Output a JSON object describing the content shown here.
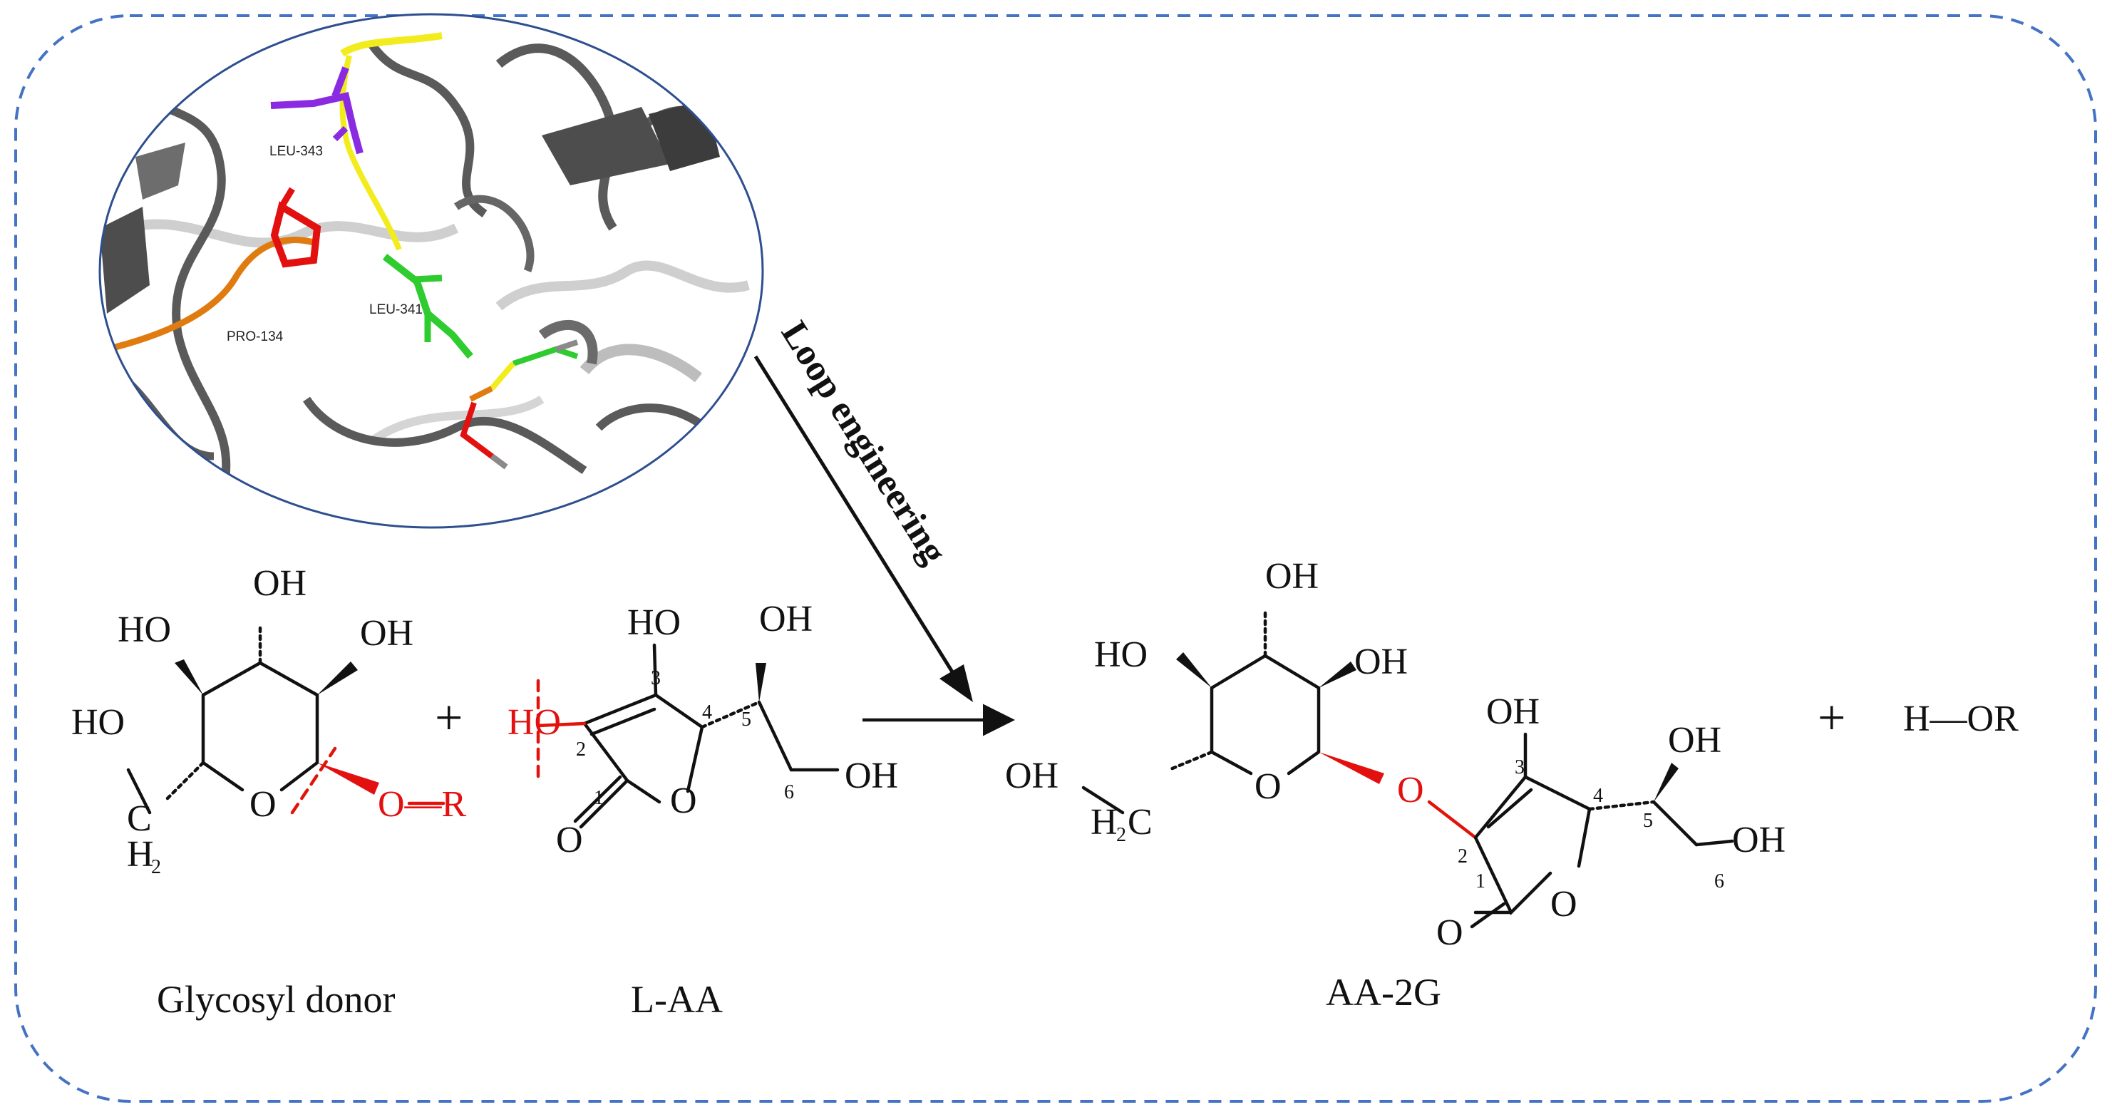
{
  "labels": {
    "arrow_label": "Loop engineering",
    "donor_caption": "Glycosyl donor",
    "laa_caption": "L-AA",
    "product_caption": "AA-2G",
    "plus": "+",
    "oh": "OH",
    "ho": "HO",
    "h2": "H",
    "h2_sub": "2",
    "or": "O—R",
    "o": "O",
    "ho_red": "HO",
    "byproduct": "H—OR",
    "h2c": "H",
    "h2c_sub": "2",
    "h2c_c": "C",
    "c": "C",
    "n1": "1",
    "n2": "2",
    "n3": "3",
    "n4": "4",
    "n5": "5",
    "n6": "6"
  },
  "residues": {
    "leu343": "LEU-343",
    "leu341": "LEU-341",
    "pro134": "PRO-134"
  },
  "colors": {
    "frame": "#4472c4",
    "ellipse_border": "#2e4f8f",
    "highlight_red": "#e3120b",
    "loop_yellow": "#f2ec1f",
    "leu343": "#8a2be2",
    "leu341": "#2ecc2e",
    "pro134": "#e31010",
    "loop_orange": "#e07b10",
    "ribbon_gray": "#5a5a5a"
  }
}
